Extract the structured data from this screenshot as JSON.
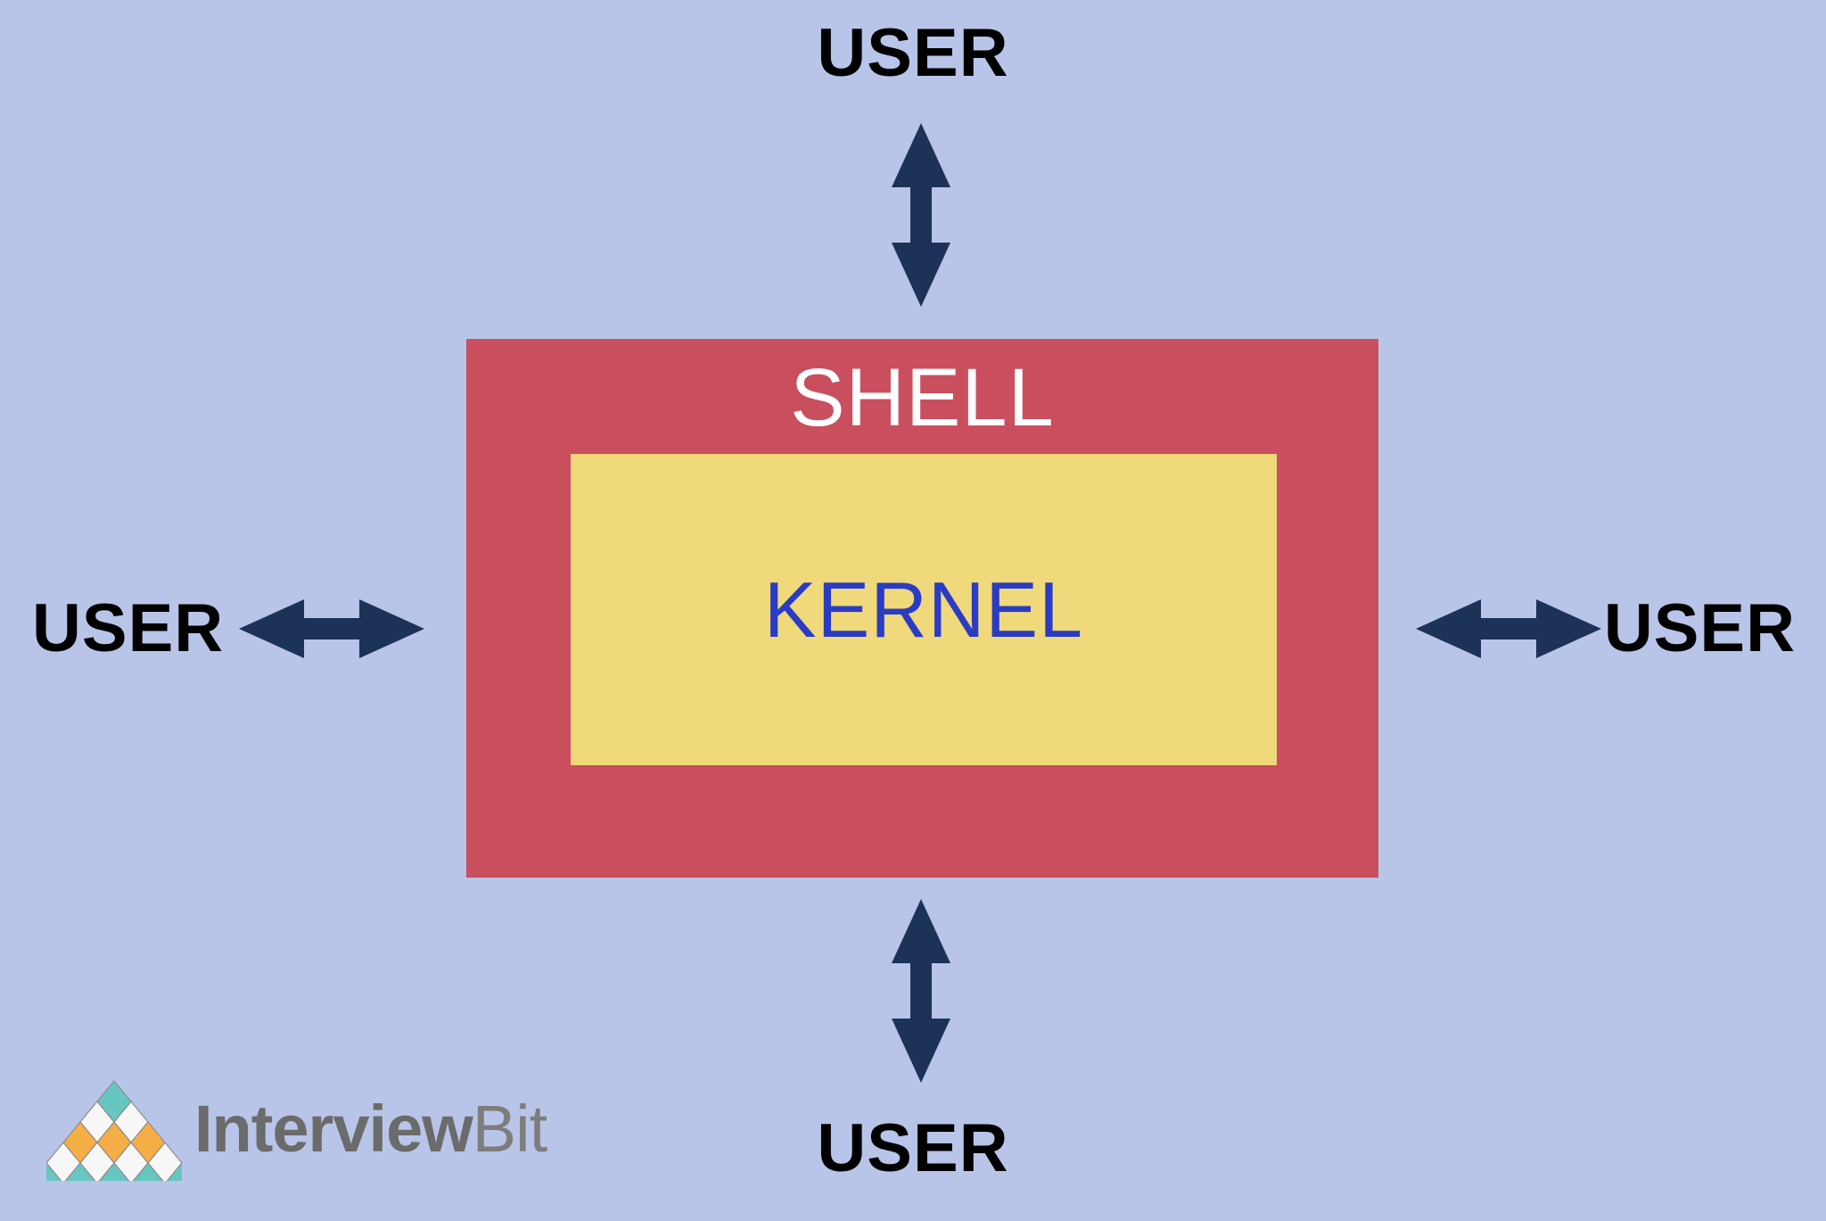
{
  "diagram": {
    "title": "Shell and Kernel architecture diagram",
    "background_color": "#b8c5e8",
    "shell": {
      "label": "SHELL",
      "fill_color": "#c94f5f",
      "text_color": "#ffffff"
    },
    "kernel": {
      "label": "KERNEL",
      "fill_color": "#efd97a",
      "text_color": "#2b3cc4"
    },
    "arrow_color": "#1c3258",
    "users": {
      "top": "USER",
      "bottom": "USER",
      "left": "USER",
      "right": "USER"
    },
    "arrows": {
      "top": "double-headed-vertical-arrow",
      "bottom": "double-headed-vertical-arrow",
      "left": "double-headed-horizontal-arrow",
      "right": "double-headed-horizontal-arrow"
    }
  },
  "logo": {
    "name_bold": "Interview",
    "name_light": "Bit",
    "mark": "diamond-pyramid-logo",
    "mark_colors": {
      "teal": "#67c7c0",
      "orange": "#f5ad46",
      "white": "#f7f7f7",
      "outline": "#8d8d8d"
    },
    "text_color": "#6b6b6b"
  }
}
